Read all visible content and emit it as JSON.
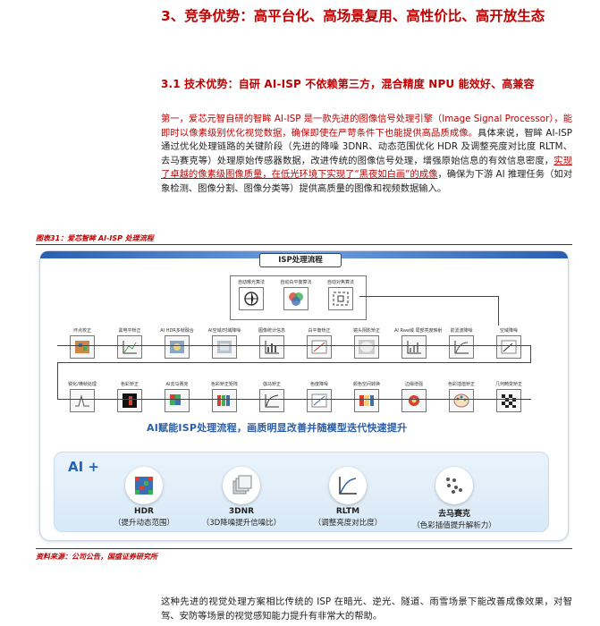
{
  "heading": "3、竞争优势：高平台化、高场景复用、高性价比、高开放生态",
  "subheading": "3.1 技术优势：自研 AI-ISP 不依赖第三方，混合精度 NPU 能效好、高兼容",
  "para1": {
    "lead": "第一，爱芯元智自研的智眸 AI-ISP 是一款先进的图像信号处理引擎（Image Signal Processor），能即时以像素级别优化视觉数据，确保即使在严苛条件下也能提供高品质成像。",
    "body": "具体来说，智眸 AI-ISP 通过优化处理链路的关键阶段（先进的降噪 3DNR、动态范围优化 HDR 及调整亮度对比度 RLTM、去马赛克等）处理原始传感器数据，改进传统的图像信号处理，增强原始信息的有效信息密度，",
    "highlight": "实现了卓越的像素级图像质量，在低光环境下实现了“黑夜如白画”的成像",
    "tail": "，确保为下游 AI 推理任务（如对象检测、图像分割、图像分类等）提供高质量的图像和视频数据输入。"
  },
  "figure": {
    "caption": "图表31：爱芯智眸 AI-ISP 处理流程",
    "title": "ISP处理流程",
    "top_modules": [
      "自动曝光算法",
      "自动白平衡算法",
      "自动对焦算法"
    ],
    "row1": [
      "坏点校正",
      "黑电平矫正",
      "AI HDR多帧融合",
      "AI空域/时域降噪",
      "图像统计信息",
      "白平衡矫正",
      "镜头阴影矫正",
      "AI Raw域 局部亮度映射",
      "前滤波降噪",
      "空域降噪"
    ],
    "row2": [
      "锐化/横帧处理",
      "色彩矫正",
      "AI去马赛克",
      "色彩矫正矩阵",
      "伽马矫正",
      "色度降噪",
      "颜色空间转换",
      "边缘增强",
      "色彩插值矫正",
      "几何畸变矫正"
    ],
    "banner": "AI赋能ISP处理流程，画质明显改善并随模型迭代快速提升",
    "ai_label": "AI +",
    "ai_items": [
      {
        "name": "HDR",
        "desc": "（提升动态范围）"
      },
      {
        "name": "3DNR",
        "desc": "（3D降噪提升信噪比）"
      },
      {
        "name": "RLTM",
        "desc": "（调整亮度对比度）"
      },
      {
        "name": "去马赛克",
        "desc": "（色彩插值提升解析力）"
      }
    ],
    "source": "资料来源：公司公告，国盛证券研究所"
  },
  "para2": "这种先进的视觉处理方案相比传统的 ISP 在暗光、逆光、隧道、雨雪场景下能改善成像效果，对智驾、安防等场景的视觉感知能力提升有非常大的帮助。",
  "colors": {
    "accent": "#c00000",
    "blue": "#2a5fa8"
  }
}
